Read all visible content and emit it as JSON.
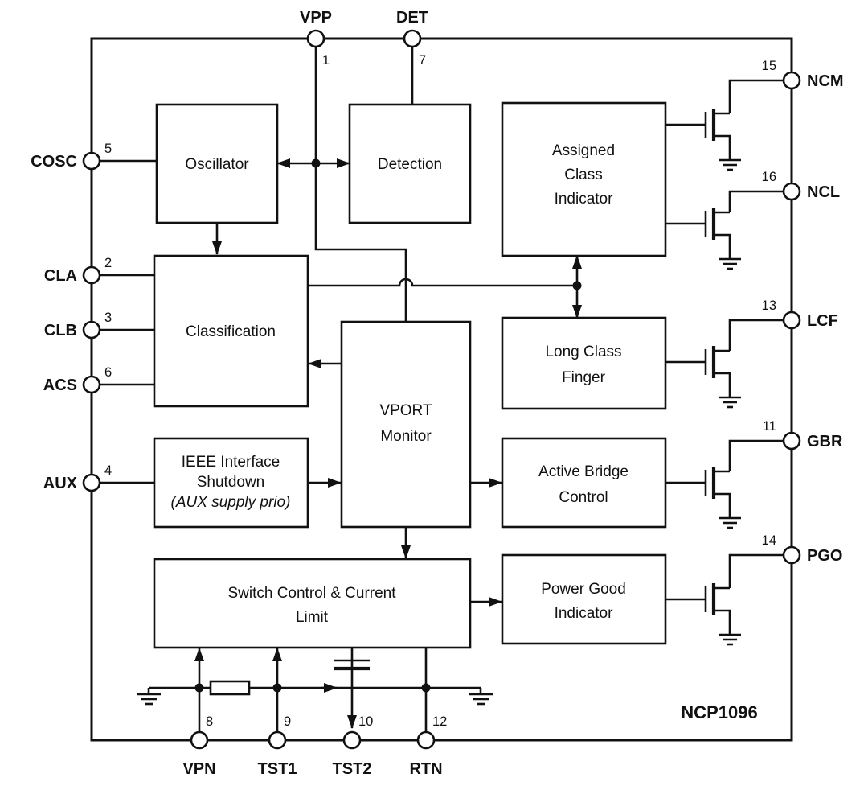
{
  "chip": {
    "name": "NCP1096"
  },
  "blocks": {
    "oscillator": {
      "line1": "Oscillator"
    },
    "detection": {
      "line1": "Detection"
    },
    "assigned_class_indicator": {
      "line1": "Assigned",
      "line2": "Class",
      "line3": "Indicator"
    },
    "classification": {
      "line1": "Classification"
    },
    "vport_monitor": {
      "line1": "VPORT",
      "line2": "Monitor"
    },
    "long_class_finger": {
      "line1": "Long Class",
      "line2": "Finger"
    },
    "ieee_interface_shutdown": {
      "line1": "IEEE Interface",
      "line2": "Shutdown",
      "line3": "(AUX supply prio)"
    },
    "active_bridge_control": {
      "line1": "Active Bridge",
      "line2": "Control"
    },
    "switch_control_current_limit": {
      "line1": "Switch Control & Current",
      "line2": "Limit"
    },
    "power_good_indicator": {
      "line1": "Power Good",
      "line2": "Indicator"
    }
  },
  "pins": {
    "top": [
      {
        "name": "VPP",
        "number": "1"
      },
      {
        "name": "DET",
        "number": "7"
      }
    ],
    "left": [
      {
        "name": "COSC",
        "number": "5"
      },
      {
        "name": "CLA",
        "number": "2"
      },
      {
        "name": "CLB",
        "number": "3"
      },
      {
        "name": "ACS",
        "number": "6"
      },
      {
        "name": "AUX",
        "number": "4"
      }
    ],
    "right": [
      {
        "name": "NCM",
        "number": "15"
      },
      {
        "name": "NCL",
        "number": "16"
      },
      {
        "name": "LCF",
        "number": "13"
      },
      {
        "name": "GBR",
        "number": "11"
      },
      {
        "name": "PGO",
        "number": "14"
      }
    ],
    "bottom": [
      {
        "name": "VPN",
        "number": "8"
      },
      {
        "name": "TST1",
        "number": "9"
      },
      {
        "name": "TST2",
        "number": "10"
      },
      {
        "name": "RTN",
        "number": "12"
      }
    ]
  },
  "colors": {
    "line": "#111111",
    "background": "#ffffff"
  }
}
